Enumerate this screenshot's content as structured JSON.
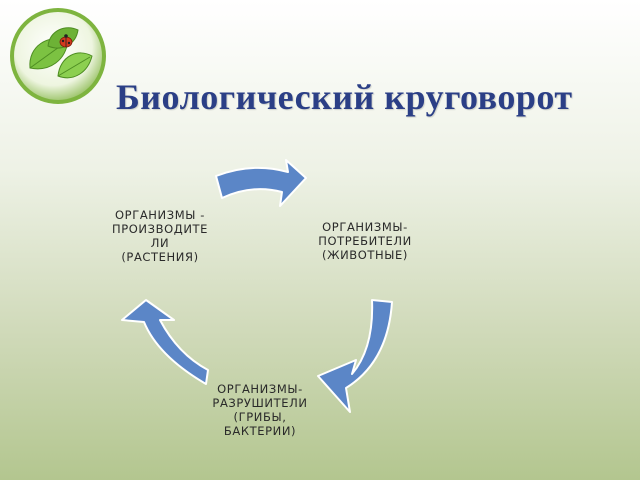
{
  "title": "Биологический круговорот",
  "nodes": {
    "producers": {
      "lines": [
        "ОРГАНИЗМЫ -",
        "ПРОИЗВОДИТЕ",
        "ЛИ",
        "(РАСТЕНИЯ)"
      ]
    },
    "consumers": {
      "lines": [
        "ОРГАНИЗМЫ-",
        "ПОТРЕБИТЕЛИ",
        "(ЖИВОТНЫЕ)"
      ]
    },
    "decomposers": {
      "lines": [
        "ОРГАНИЗМЫ-",
        "РАЗРУШИТЕЛИ",
        "(ГРИБЫ,",
        "БАКТЕРИИ)"
      ]
    }
  },
  "colors": {
    "arrow_fill": "#5b86c7",
    "arrow_stroke": "#ffffff",
    "title": "#2b3f86",
    "leaf": "#6fb83a",
    "ladybug": "#d43a1e"
  },
  "icons": {
    "logo": "leaf-with-ladybug-icon"
  }
}
